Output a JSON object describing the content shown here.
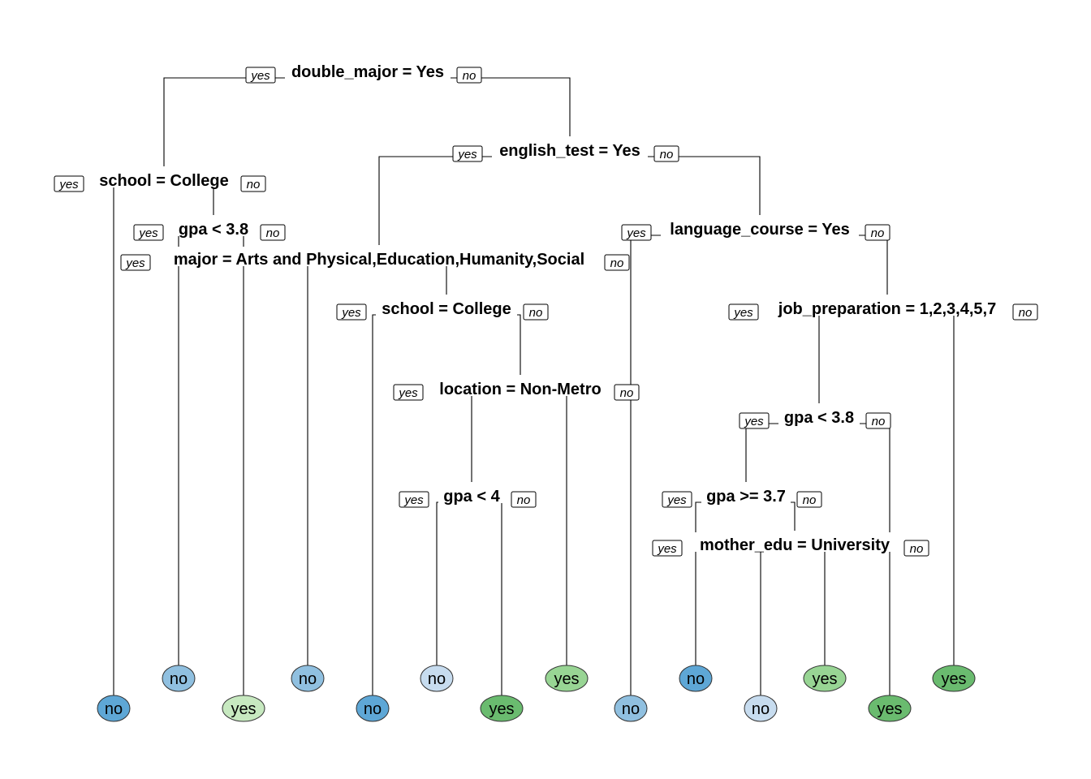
{
  "tags": {
    "yes": "yes",
    "no": "no"
  },
  "colors": {
    "no_dark": "#5EA7D6",
    "no_mid": "#90C0E0",
    "no_light": "#C7DCEF",
    "yes_light": "#C7E9C0",
    "yes_mid": "#98D594",
    "yes_dark": "#6ABB6F"
  },
  "tree": {
    "splits": [
      {
        "id": "n1",
        "label": "double_major = Yes"
      },
      {
        "id": "n2",
        "label": "school = College"
      },
      {
        "id": "n3",
        "label": "english_test = Yes"
      },
      {
        "id": "n4",
        "label": "gpa < 3.8"
      },
      {
        "id": "n5",
        "label": "major = Arts and Physical,Education,Humanity,Social"
      },
      {
        "id": "n6",
        "label": "language_course = Yes"
      },
      {
        "id": "n7",
        "label": "school = College"
      },
      {
        "id": "n8",
        "label": "location = Non-Metro"
      },
      {
        "id": "n9",
        "label": "gpa < 4"
      },
      {
        "id": "n10",
        "label": "job_preparation = 1,2,3,4,5,7"
      },
      {
        "id": "n11",
        "label": "gpa < 3.8"
      },
      {
        "id": "n12",
        "label": "gpa >= 3.7"
      },
      {
        "id": "n13",
        "label": "mother_edu = University"
      }
    ],
    "leaves": [
      {
        "id": "L1",
        "label": "no",
        "fill": "no_dark"
      },
      {
        "id": "L2",
        "label": "no",
        "fill": "no_mid"
      },
      {
        "id": "L3",
        "label": "yes",
        "fill": "yes_light"
      },
      {
        "id": "L4",
        "label": "no",
        "fill": "no_mid"
      },
      {
        "id": "L5",
        "label": "no",
        "fill": "no_dark"
      },
      {
        "id": "L6",
        "label": "no",
        "fill": "no_light"
      },
      {
        "id": "L7",
        "label": "yes",
        "fill": "yes_dark"
      },
      {
        "id": "L8",
        "label": "yes",
        "fill": "yes_mid"
      },
      {
        "id": "L9",
        "label": "no",
        "fill": "no_mid"
      },
      {
        "id": "L10",
        "label": "no",
        "fill": "no_dark"
      },
      {
        "id": "L11",
        "label": "no",
        "fill": "no_light"
      },
      {
        "id": "L12",
        "label": "yes",
        "fill": "yes_mid"
      },
      {
        "id": "L13",
        "label": "yes",
        "fill": "yes_dark"
      },
      {
        "id": "L14",
        "label": "yes",
        "fill": "yes_dark"
      }
    ]
  }
}
